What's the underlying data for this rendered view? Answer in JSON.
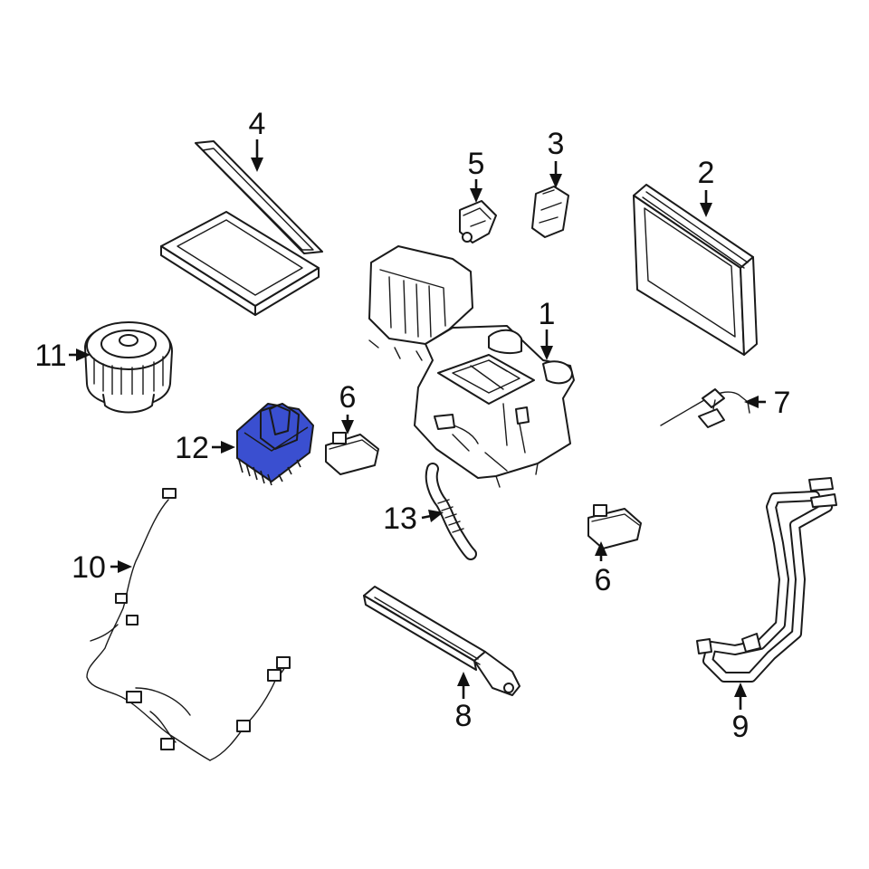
{
  "highlight_color": "#3a4fd0",
  "parts": [
    {
      "key": "hvac_case",
      "label": "1",
      "icon": "hvac-case-icon"
    },
    {
      "key": "condenser",
      "label": "2",
      "icon": "condenser-icon"
    },
    {
      "key": "expansion_valve",
      "label": "3",
      "icon": "expansion-valve-icon"
    },
    {
      "key": "cabin_filter",
      "label": "4",
      "icon": "cabin-filter-icon"
    },
    {
      "key": "actuator",
      "label": "5",
      "icon": "actuator-icon"
    },
    {
      "key": "door_actuator_a",
      "label": "6",
      "icon": "door-actuator-icon"
    },
    {
      "key": "temperature_sensor",
      "label": "7",
      "icon": "sensor-icon"
    },
    {
      "key": "heater_core",
      "label": "8",
      "icon": "heater-core-icon"
    },
    {
      "key": "hose_assembly",
      "label": "9",
      "icon": "hose-assembly-icon"
    },
    {
      "key": "wiring_harness",
      "label": "10",
      "icon": "wiring-harness-icon"
    },
    {
      "key": "blower_motor",
      "label": "11",
      "icon": "blower-motor-icon"
    },
    {
      "key": "blower_resistor",
      "label": "12",
      "icon": "blower-resistor-icon",
      "highlighted": true
    },
    {
      "key": "drain_hose",
      "label": "13",
      "icon": "drain-hose-icon"
    },
    {
      "key": "door_actuator_b",
      "label": "6",
      "icon": "door-actuator-icon"
    }
  ]
}
